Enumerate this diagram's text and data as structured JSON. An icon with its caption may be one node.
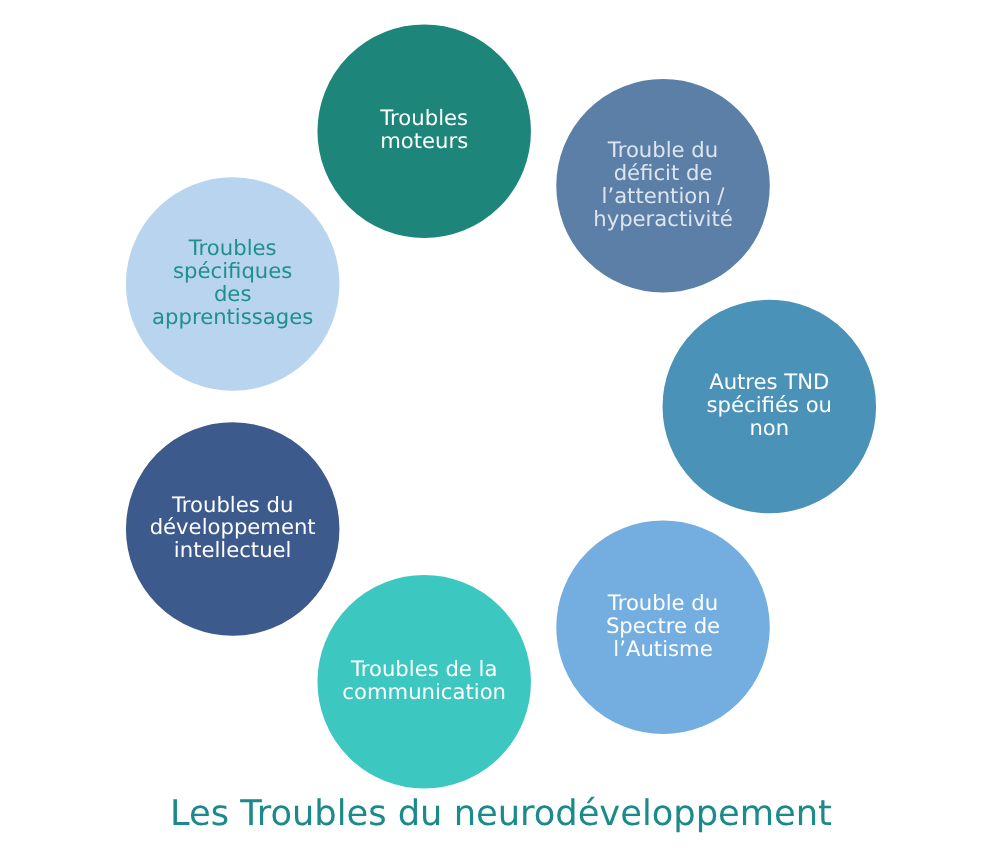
{
  "diagram": {
    "title": "Les Troubles du neurodéveloppement",
    "nodes": [
      {
        "text": [
          "Trouble du Spectre de l’Autisme"
        ]
      },
      {
        "text": [
          "Troubles de la communication"
        ]
      },
      {
        "text": [
          "Troubles du développement intellectuel"
        ]
      },
      {
        "text": [
          "Troubles spécifiques des apprentissages"
        ]
      },
      {
        "text": [
          "Troubles moteurs"
        ]
      },
      {
        "text": [
          "Trouble du déficit de l’attention / hyperactivité"
        ]
      },
      {
        "text": [
          "Autres TND spécifiés ou non"
        ]
      }
    ],
    "edges": []
  }
}
